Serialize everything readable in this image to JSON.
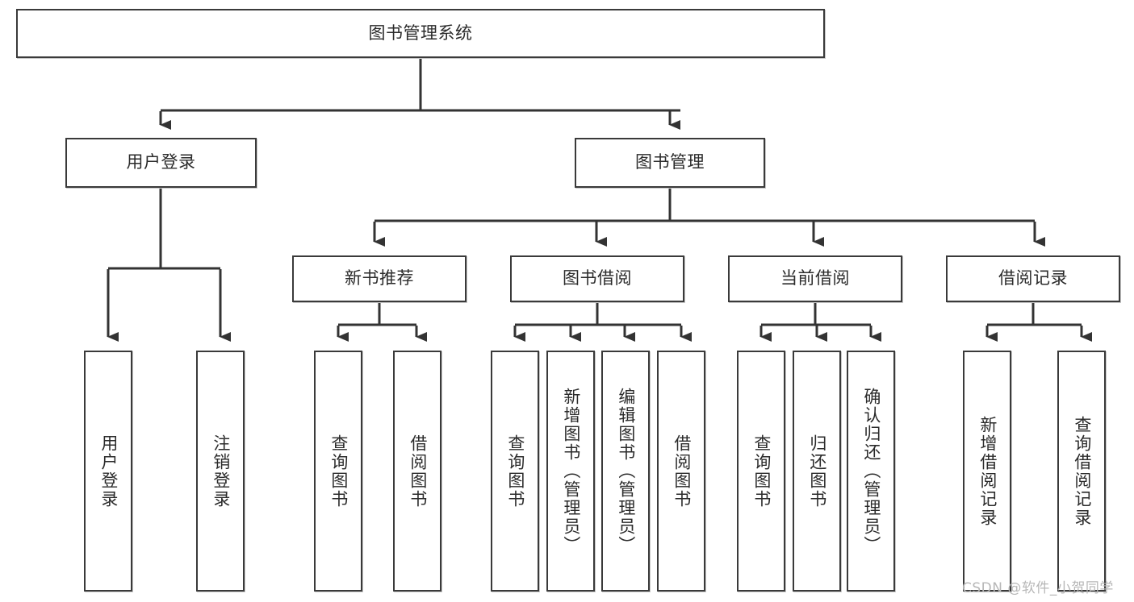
{
  "diagram": {
    "title": "图书管理系统",
    "type": "tree-hierarchy-chart",
    "root": {
      "id": "root",
      "label": "图书管理系统"
    },
    "level2": [
      {
        "id": "user-login",
        "label": "用户登录"
      },
      {
        "id": "book-manage",
        "label": "图书管理"
      }
    ],
    "level3": [
      {
        "id": "new-book-rec",
        "label": "新书推荐"
      },
      {
        "id": "book-borrow",
        "label": "图书借阅"
      },
      {
        "id": "current-borrow",
        "label": "当前借阅"
      },
      {
        "id": "borrow-record",
        "label": "借阅记录"
      }
    ],
    "leaves": {
      "user_login": [
        {
          "id": "leaf-user-login",
          "label": "用户登录"
        },
        {
          "id": "leaf-logout",
          "label": "注销登录"
        }
      ],
      "new_book_rec": [
        {
          "id": "leaf-query-book-1",
          "label": "查询图书"
        },
        {
          "id": "leaf-borrow-book-1",
          "label": "借阅图书"
        }
      ],
      "book_borrow": [
        {
          "id": "leaf-query-book-2",
          "label": "查询图书"
        },
        {
          "id": "leaf-add-book",
          "label": "新增图书（管理员）"
        },
        {
          "id": "leaf-edit-book",
          "label": "编辑图书（管理员）"
        },
        {
          "id": "leaf-borrow-book-2",
          "label": "借阅图书"
        }
      ],
      "current_borrow": [
        {
          "id": "leaf-query-book-3",
          "label": "查询图书"
        },
        {
          "id": "leaf-return-book",
          "label": "归还图书"
        },
        {
          "id": "leaf-confirm-return",
          "label": "确认归还（管理员）"
        }
      ],
      "borrow_record": [
        {
          "id": "leaf-add-record",
          "label": "新增借阅记录"
        },
        {
          "id": "leaf-query-record",
          "label": "查询借阅记录"
        }
      ]
    }
  },
  "watermark": {
    "text": "CSDN @软件_小贺同学"
  },
  "colors": {
    "border": "#3a3a3a",
    "text": "#2b2b2b",
    "background": "#ffffff",
    "watermark": "#b7b7b7"
  }
}
